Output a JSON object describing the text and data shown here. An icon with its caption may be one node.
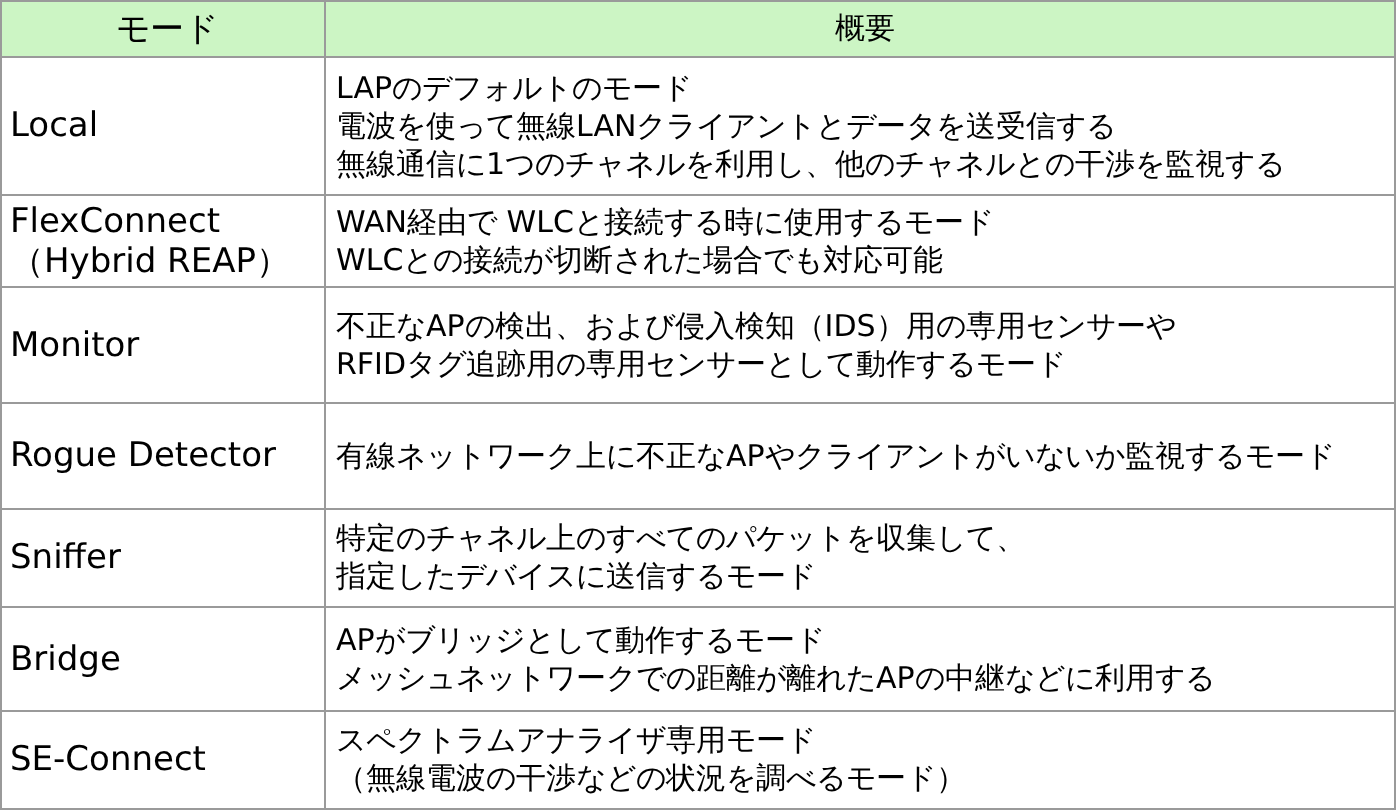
{
  "diagram": {
    "labels": [
      "モード",
      "概要",
      "Local",
      "LAPのデフォルトのモード",
      "電波を使って無線LANクライアントとデータを送受信する",
      "無線通信に1つのチャネルを利用し、他のチャネルとの干渉を監視する",
      "FlexConnect",
      "（Hybrid REAP）",
      "WAN経由で WLCと接続する時に使用するモード",
      "WLCとの接続が切断された場合でも対応可能",
      "Monitor",
      "不正なAPの検出、および侵入検知（IDS）用の専用センサーや",
      "RFIDタグ追跡用の専用センサーとして動作するモード",
      "Rogue Detector",
      "有線ネットワーク上に不正なAPやクライアントがいないか監視するモード",
      "Sniffer",
      "特定のチャネル上のすべてのパケットを収集して、",
      "指定したデバイスに送信するモード",
      "Bridge",
      "APがブリッジとして動作するモード",
      "メッシュネットワークでの距離が離れたAPの中継などに利用する",
      "SE-Connect",
      "スペクトラムアナライザ専用モード",
      "（無線電波の干渉などの状況を調べるモード）"
    ]
  }
}
